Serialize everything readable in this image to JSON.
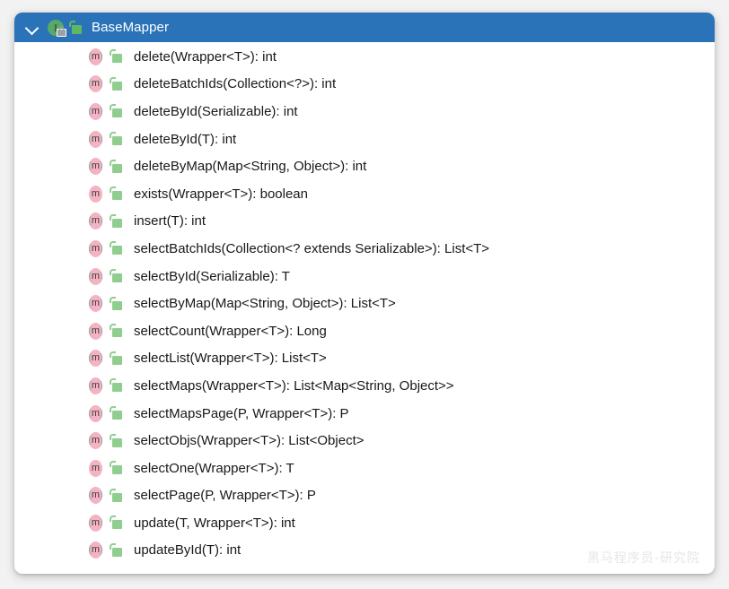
{
  "panel": {
    "header": {
      "title": "BaseMapper",
      "collapse_icon": "chevron-down-icon",
      "type_icon": "interface-icon",
      "visibility_icon": "public-unlocked-padlock-icon"
    },
    "watermark": "黑马程序员-研究院"
  },
  "members": [
    {
      "signature": "delete(Wrapper<T>): int",
      "kind": "abstract"
    },
    {
      "signature": "deleteBatchIds(Collection<?>): int",
      "kind": "abstract"
    },
    {
      "signature": "deleteById(Serializable): int",
      "kind": "abstract"
    },
    {
      "signature": "deleteById(T): int",
      "kind": "abstract"
    },
    {
      "signature": "deleteByMap(Map<String, Object>): int",
      "kind": "abstract"
    },
    {
      "signature": "exists(Wrapper<T>): boolean",
      "kind": "default"
    },
    {
      "signature": "insert(T): int",
      "kind": "abstract"
    },
    {
      "signature": "selectBatchIds(Collection<? extends Serializable>): List<T>",
      "kind": "abstract"
    },
    {
      "signature": "selectById(Serializable): T",
      "kind": "abstract"
    },
    {
      "signature": "selectByMap(Map<String, Object>): List<T>",
      "kind": "abstract"
    },
    {
      "signature": "selectCount(Wrapper<T>): Long",
      "kind": "abstract"
    },
    {
      "signature": "selectList(Wrapper<T>): List<T>",
      "kind": "abstract"
    },
    {
      "signature": "selectMaps(Wrapper<T>): List<Map<String, Object>>",
      "kind": "abstract"
    },
    {
      "signature": "selectMapsPage(P, Wrapper<T>): P",
      "kind": "abstract"
    },
    {
      "signature": "selectObjs(Wrapper<T>): List<Object>",
      "kind": "abstract"
    },
    {
      "signature": "selectOne(Wrapper<T>): T",
      "kind": "default"
    },
    {
      "signature": "selectPage(P, Wrapper<T>): P",
      "kind": "abstract"
    },
    {
      "signature": "update(T, Wrapper<T>): int",
      "kind": "abstract"
    },
    {
      "signature": "updateById(T): int",
      "kind": "abstract"
    }
  ],
  "colors": {
    "header_blue": "#2a73b8",
    "interface_green": "#59a869",
    "method_pink": "#f4b3c2",
    "public_green": "#8fce8f",
    "panel_background": "#ffffff",
    "page_background": "#f2f2f2"
  },
  "icon_names": {
    "method_letter": "m",
    "interface_letter": "I"
  }
}
